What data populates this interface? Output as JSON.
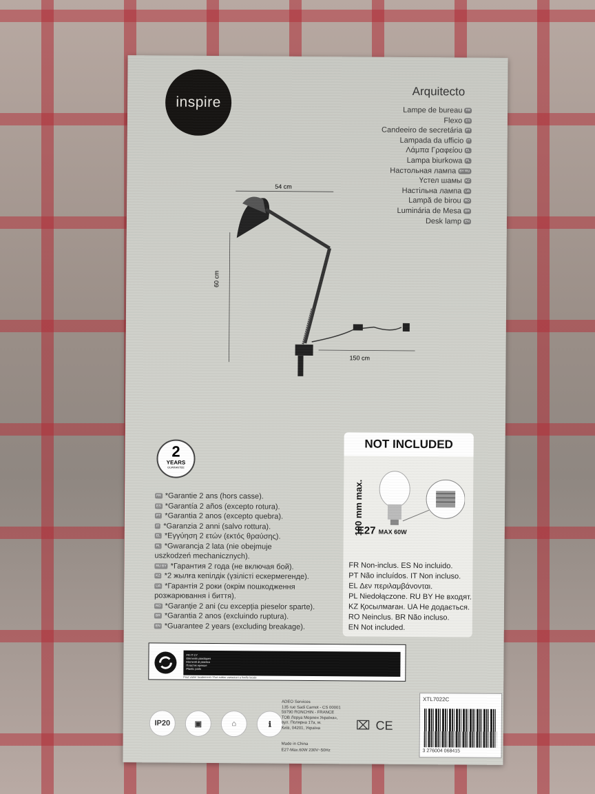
{
  "brand": "inspire",
  "product_name": "Arquitecto",
  "product_types": [
    {
      "text": "Lampe de bureau",
      "code": "FR"
    },
    {
      "text": "Flexo",
      "code": "ES"
    },
    {
      "text": "Candeeiro de secretária",
      "code": "PT"
    },
    {
      "text": "Lampada da ufficio",
      "code": "IT"
    },
    {
      "text": "Λάμπα Γραφείου",
      "code": "EL"
    },
    {
      "text": "Lampa biurkowa",
      "code": "PL"
    },
    {
      "text": "Настольная лампа",
      "code": "BY RU"
    },
    {
      "text": "Үстел шамы",
      "code": "KZ"
    },
    {
      "text": "Настільна лампа",
      "code": "UA"
    },
    {
      "text": "Lampă de birou",
      "code": "RO"
    },
    {
      "text": "Luminária de Mesa",
      "code": "BR"
    },
    {
      "text": "Desk lamp",
      "code": "EN"
    }
  ],
  "dimensions": {
    "width": "54 cm",
    "height": "60 cm",
    "cable": "150 cm"
  },
  "warranty_badge": {
    "number": "2",
    "years": "YEARS",
    "guarantee": "GUARANTEE"
  },
  "warranty": [
    {
      "code": "FR",
      "text": "*Garantie 2 ans (hors casse)."
    },
    {
      "code": "ES",
      "text": "*Garantía 2 años (excepto rotura)."
    },
    {
      "code": "PT",
      "text": "*Garantia 2 anos (excepto quebra)."
    },
    {
      "code": "IT",
      "text": "*Garanzia 2 anni (salvo rottura)."
    },
    {
      "code": "EL",
      "text": "*Εγγύηση 2 ετών (εκτός θραύσης)."
    },
    {
      "code": "PL",
      "text": "*Gwarancja 2 lata (nie obejmuje"
    },
    {
      "code": "",
      "text": "uszkodzeń mechanicznych)."
    },
    {
      "code": "RU BY",
      "text": "*Гарантия 2 года (не включая бой)."
    },
    {
      "code": "KZ",
      "text": "*2 жылға кепілдік (үзілісті ескермегенде)."
    },
    {
      "code": "UA",
      "text": "*Гарантія 2 роки (окрім пошкодження"
    },
    {
      "code": "",
      "text": "розжарювання і биття)."
    },
    {
      "code": "RO",
      "text": "*Garanție 2 ani (cu excepția pieselor sparte)."
    },
    {
      "code": "BR",
      "text": "*Garantia 2 anos (excluindo ruptura)."
    },
    {
      "code": "EN",
      "text": "*Guarantee 2 years (excluding breakage)."
    }
  ],
  "not_included": {
    "header": "NOT INCLUDED",
    "bulb_size": "100 mm max.",
    "socket": "E27",
    "power": "MAX 60W",
    "lines": [
      "FR Non-inclus.  ES No incluido.",
      "PT Não incluídos.  IT Non incluso.",
      "EL Δεν περιλαμβάνονται.",
      "PL Niedołączone.  RU BY Не входят.",
      "KZ Қосылмаған.  UA Не додається.",
      "RO Neinclus.  BR Não incluso.",
      "EN Not included."
    ]
  },
  "recycling": {
    "codes": [
      "FR",
      "IT",
      "CY"
    ],
    "label_lines": [
      "Eléments plastiques",
      "Elementi di plastica",
      "Пластик ерекше",
      "Plastic parts"
    ],
    "footer": "Peut varier localement / Può subire variazioni a livello locale"
  },
  "ip_rating": "IP20",
  "address": [
    "ADEO Services",
    "135 rue Sadi Carnot - CS 00001",
    "59790 RONCHIN - FRANCE",
    "ТОВ Леруа Мерлен Україна»,",
    "вул. Полярна 17а, м.",
    "Київ, 04201, Україна"
  ],
  "made_in": "Made in China",
  "specs": "E27-Max.60W   230V~50Hz",
  "reference": "XTL7022C",
  "barcode": "3 276004 068415",
  "colors": {
    "box": "#cfd0ca",
    "logo": "#161412"
  }
}
